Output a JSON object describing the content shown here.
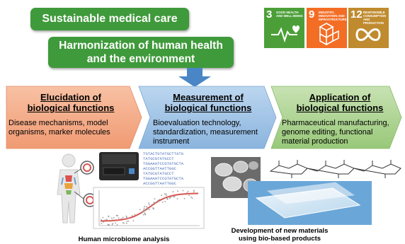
{
  "header": {
    "pill_sustainable": "Sustainable medical care",
    "pill_harmonization": {
      "line1": "Harmonization of human health",
      "line2": "and the environment"
    }
  },
  "sdgs": [
    {
      "number": "3",
      "caption": "GOOD HEALTH AND WELL-BEING",
      "color": "#4c9f38",
      "icon": "heartbeat-icon"
    },
    {
      "number": "9",
      "caption": "INDUSTRY, INNOVATION AND INFRASTRUCTURE",
      "color": "#f36d25",
      "icon": "cubes-icon"
    },
    {
      "number": "12",
      "caption": "RESPONSIBLE CONSUMPTION AND PRODUCTION",
      "color": "#bf8b2e",
      "icon": "infinity-icon"
    }
  ],
  "stages": [
    {
      "title_line1": "Elucidation of",
      "title_line2": "biological functions",
      "body": [
        "Disease mechanisms, model",
        "organisms, marker molecules"
      ],
      "color": "#f4a582"
    },
    {
      "title_line1": "Measurement of",
      "title_line2": "biological functions",
      "body": [
        "Bioevaluation technology,",
        "standardization, measurement",
        "instrument"
      ],
      "color": "#9dc3e6"
    },
    {
      "title_line1": "Application of",
      "title_line2": "biological functions",
      "body": [
        "Pharmaceutical manufacturing,",
        "genome editing, functional",
        "material production"
      ],
      "color": "#a9d18e"
    }
  ],
  "sequence_text": [
    "TGTACTGTATGCTTATG",
    "TATGCGTATGCCT",
    "TGGAAATCCGTATGCTA",
    "ACCGGTTAATTGGC",
    "TATGCGTATGCCT",
    "TGGAAATCCGTATGCTA",
    "ACCGGTTAATTGGC"
  ],
  "captions": {
    "microbiome": "Human microbiome analysis",
    "materials_line1": "Development of new materials",
    "materials_line2": "using bio-based products"
  }
}
